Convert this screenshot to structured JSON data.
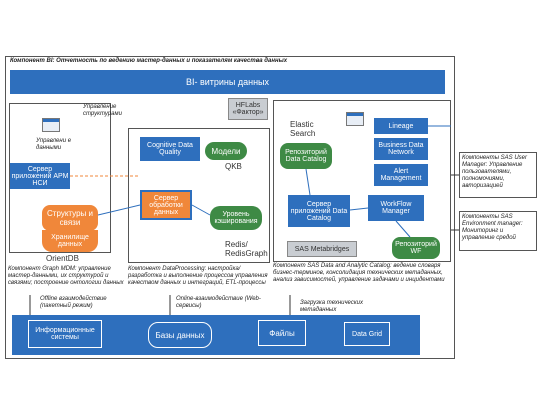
{
  "bi": {
    "caption": "Компонент BI: Отчетность по ведению мастер-данных и показателям качества данных",
    "bar_label": "BI- витрины данных"
  },
  "mdm": {
    "label_management": "Управление структурами",
    "label_data": "Управлени е данными",
    "server": "Сервер приложений АРМ НСИ",
    "structures": "Структуры и связи",
    "storage": "Хранилище данных",
    "orientdb": "OrientDB",
    "caption": "Компонент Graph MDM: управление мастер-данными, их структурой и связями; построение онтологии данных"
  },
  "dq": {
    "hflabs": "HFLabs «Фактор»",
    "cognitive": "Cognitive Data Quality",
    "models": "Модели",
    "qkb": "QKB",
    "server": "Сервер обработки данных",
    "cache": "Уровень кэширования",
    "redis": "Redis/ RedisGraph",
    "caption": "Компонент DataProcessing: настройка/ разработка и выполнение процессов управления качеством данных и интеграций, ETL-процессы"
  },
  "catalog": {
    "elastic": "Elastic Search",
    "repo_catalog": "Репозиторий Data Catalog",
    "lineage": "Lineage",
    "bnet": "Business Data Network",
    "alert": "Alert Management",
    "server": "Сервер приложений Data Catalog",
    "workflow": "WorkFlow Manager",
    "metabridges": "SAS Metabridges",
    "repo_wf": "Репозиторий WF",
    "caption": "Компонент SAS Data and Analytic Catalog: ведение словаря бизнес-терминов, консолидация технических метаданных, анализ зависимостей, управление задачами и инцидентами"
  },
  "side": {
    "user_manager": "Компоненты SAS User Manager: Управление пользователями, полномочиями, авторизацией",
    "env_manager": "Компоненты SAS Environment manager: Мониторинг и управление средой"
  },
  "bottom": {
    "offline": "Offline взаимодействие (пакетный режим)",
    "online": "Online-взаимодействие (Web-сервисы)",
    "metadata": "Загрузка технических метаданных",
    "infosys": "Информационные системы",
    "databases": "Базы данных",
    "files": "Файлы",
    "datagrid": "Data Grid"
  }
}
